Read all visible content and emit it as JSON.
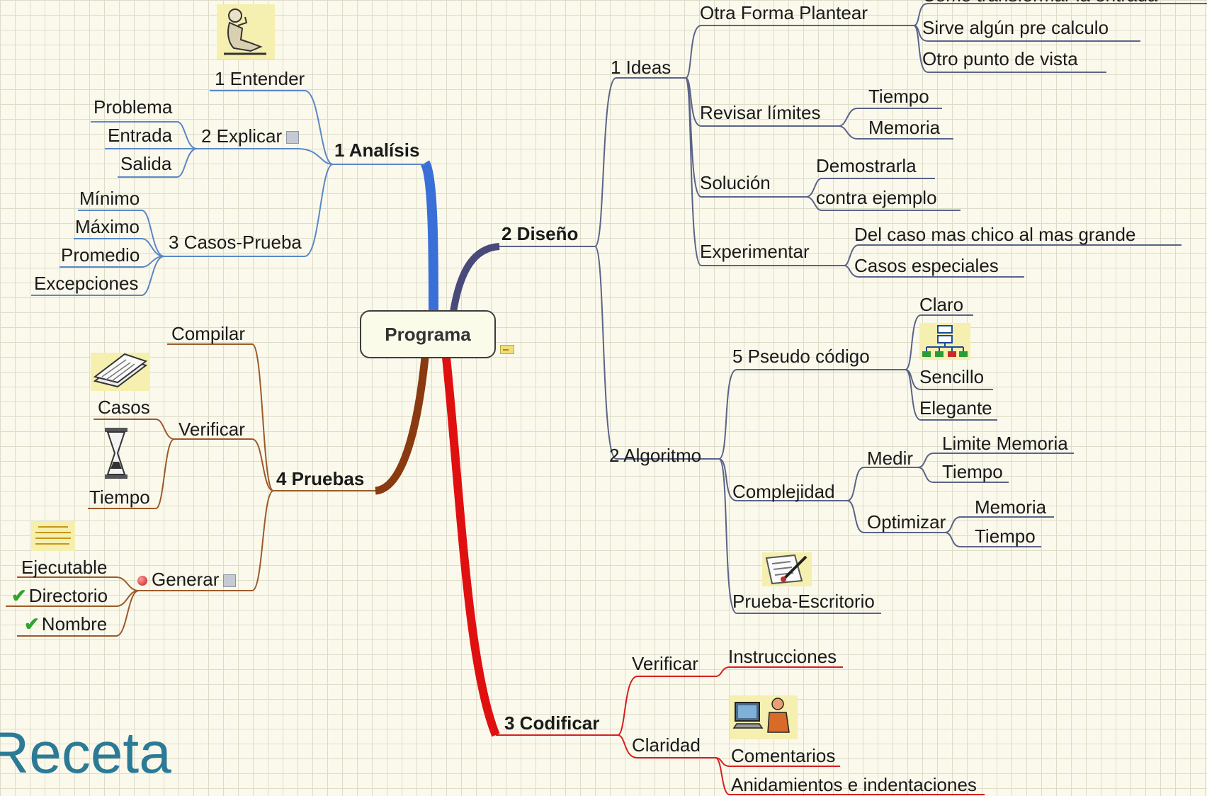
{
  "title": "Receta",
  "center": "Programa",
  "branches": {
    "analisis": {
      "label": "1 Analísis",
      "entender": "1 Entender",
      "explicar": "2 Explicar",
      "explicar_items": [
        "Problema",
        "Entrada",
        "Salida"
      ],
      "casos": "3 Casos-Prueba",
      "casos_items": [
        "Mínimo",
        "Máximo",
        "Promedio",
        "Excepciones"
      ]
    },
    "diseno": {
      "label": "2 Diseño",
      "ideas": "1 Ideas",
      "otra_forma": "Otra Forma Plantear",
      "otra_forma_items": [
        "Como transformar la entrada",
        "Sirve algún pre calculo",
        "Otro punto de vista"
      ],
      "revisar": "Revisar límites",
      "revisar_items": [
        "Tiempo",
        "Memoria"
      ],
      "solucion": "Solución",
      "solucion_items": [
        "Demostrarla",
        "contra ejemplo"
      ],
      "experimentar": "Experimentar",
      "experimentar_items": [
        "Del caso mas chico al mas grande",
        "Casos especiales"
      ],
      "algoritmo": "2 Algoritmo",
      "pseudo": "5 Pseudo código",
      "pseudo_items": [
        "Claro",
        "Sencillo",
        "Elegante"
      ],
      "complejidad": "Complejidad",
      "medir": "Medir",
      "medir_items": [
        "Limite Memoria",
        "Tiempo"
      ],
      "optimizar": "Optimizar",
      "optimizar_items": [
        "Memoria",
        "Tiempo"
      ],
      "prueba_escritorio": "Prueba-Escritorio"
    },
    "codificar": {
      "label": "3 Codificar",
      "verificar": "Verificar",
      "verificar_items": [
        "Instrucciones"
      ],
      "claridad": "Claridad",
      "claridad_items": [
        "Comentarios",
        "Anidamientos e indentaciones"
      ]
    },
    "pruebas": {
      "label": "4 Pruebas",
      "compilar": "Compilar",
      "verificar": "Verificar",
      "verificar_items": [
        "Casos",
        "Tiempo"
      ],
      "generar": "Generar",
      "generar_items": [
        "Ejecutable",
        "Directorio",
        "Nombre"
      ]
    }
  },
  "colors": {
    "analisis": "#3a6fd8",
    "diseno": "#4a4a7a",
    "codificar": "#e01010",
    "pruebas": "#8a3a10",
    "analisis_line": "#5b87c7",
    "diseno_line": "#5a6488",
    "codificar_line": "#d62020",
    "pruebas_line": "#9c5a2a"
  }
}
